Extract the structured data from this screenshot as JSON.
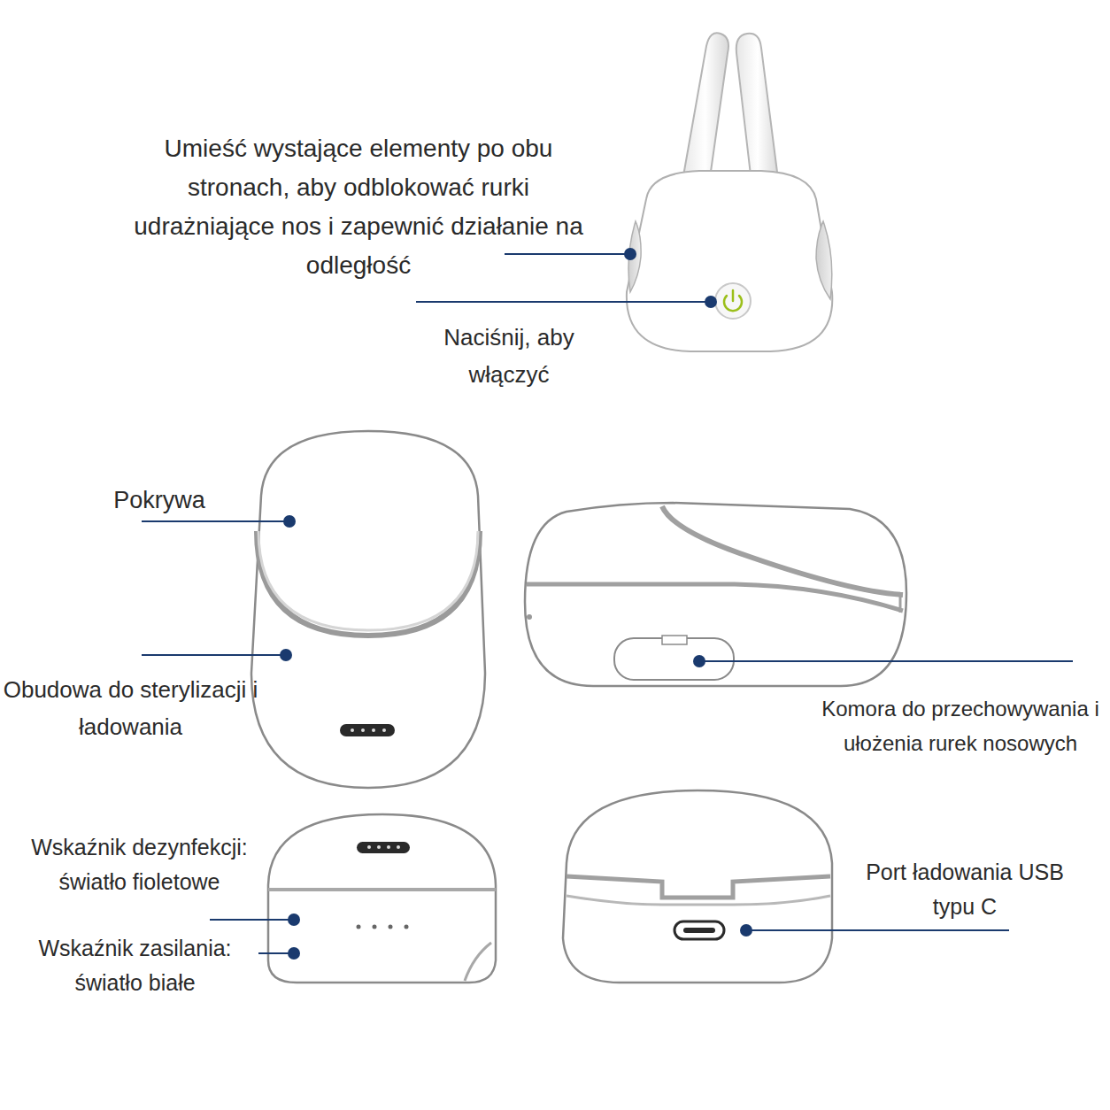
{
  "diagram": {
    "labels": [
      "Umieść wystające elementy po obu stronach, aby odblokować rurki udrażniające nos i zapewnić działanie na odległość",
      "Naciśnij, aby włączyć",
      "Pokrywa",
      "Obudowa do sterylizacji i ładowania",
      "Komora do przechowywania i ułożenia rurek nosowych",
      "Wskaźnik dezynfekcji: światło fioletowe",
      "Wskaźnik zasilania: światło białe",
      "Port ładowania USB typu C"
    ]
  }
}
